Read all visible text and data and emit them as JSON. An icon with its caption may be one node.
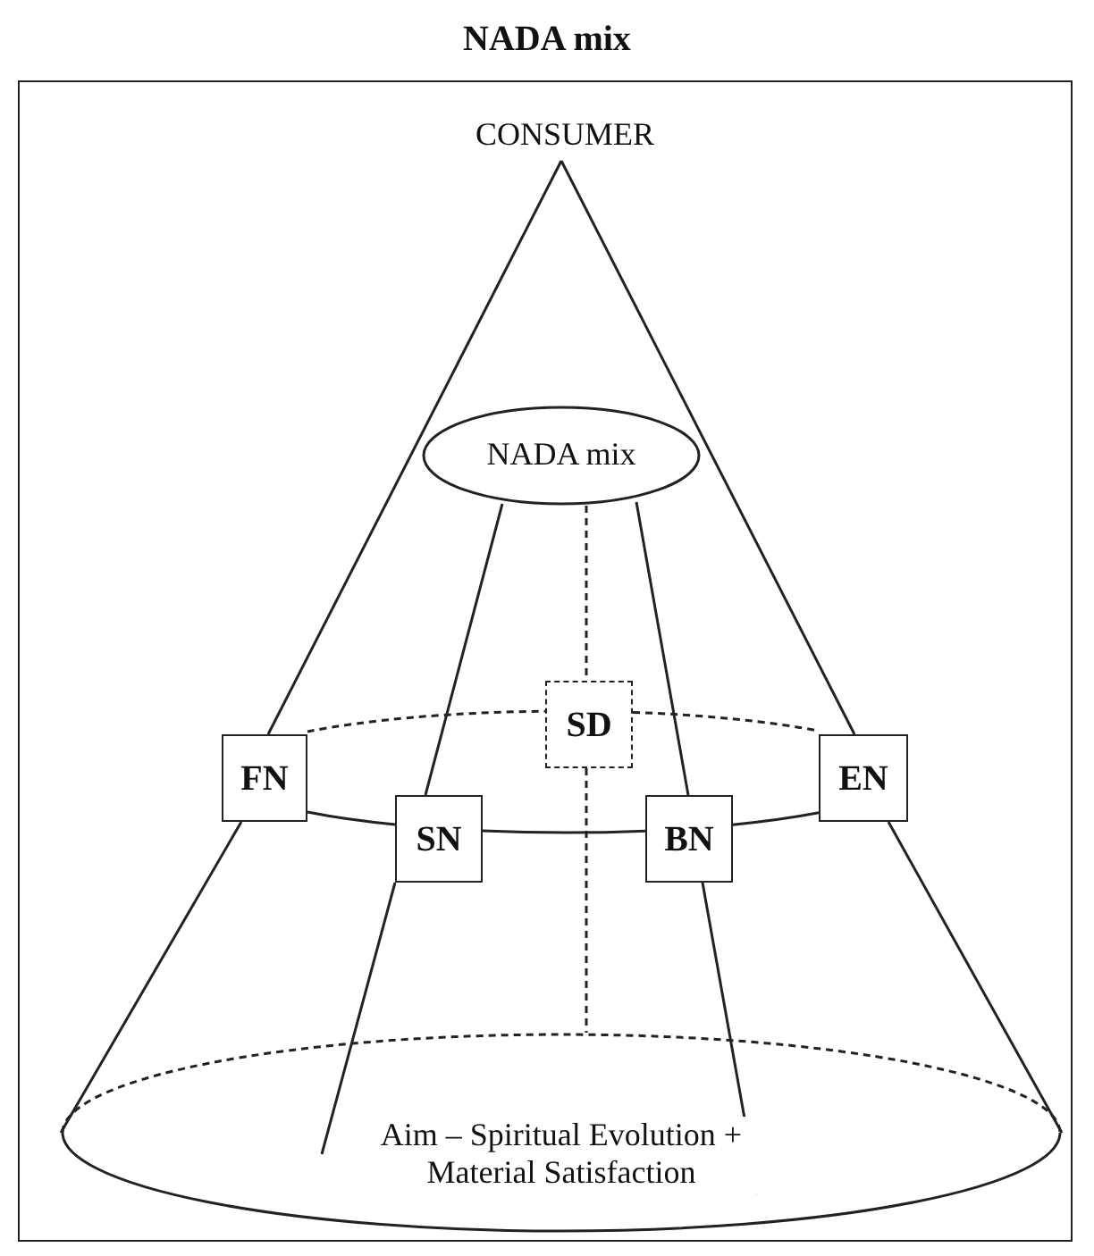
{
  "diagram": {
    "title": "NADA mix",
    "nodes": [
      {
        "text": [
          "CONSUMER"
        ]
      },
      {
        "text": [
          "NADA mix"
        ]
      },
      {
        "text": [
          "FN"
        ]
      },
      {
        "text": [
          "SD"
        ]
      },
      {
        "text": [
          "SN"
        ]
      },
      {
        "text": [
          "BN"
        ]
      },
      {
        "text": [
          "EN"
        ]
      },
      {
        "text": [
          "Aim – Spiritual Evolution + Material Satisfaction"
        ]
      }
    ],
    "edges": [
      {
        "from": 0,
        "to": 2,
        "arrow": "none"
      },
      {
        "from": 0,
        "to": 6,
        "arrow": "none"
      },
      {
        "from": 2,
        "to": 7,
        "arrow": "none"
      },
      {
        "from": 6,
        "to": 7,
        "arrow": "none"
      },
      {
        "from": 1,
        "to": 4,
        "arrow": "none"
      },
      {
        "from": 1,
        "to": 5,
        "arrow": "none"
      },
      {
        "from": 4,
        "to": 7,
        "arrow": "none"
      },
      {
        "from": 5,
        "to": 7,
        "arrow": "none"
      },
      {
        "from": 1,
        "to": 3,
        "arrow": "none",
        "style": "dashed"
      },
      {
        "from": 3,
        "to": 7,
        "arrow": "none",
        "style": "dashed"
      },
      {
        "from": 2,
        "to": 4,
        "arrow": "none"
      },
      {
        "from": 4,
        "to": 5,
        "arrow": "none"
      },
      {
        "from": 5,
        "to": 6,
        "arrow": "none"
      },
      {
        "from": 2,
        "to": 3,
        "arrow": "none",
        "style": "dashed"
      },
      {
        "from": 3,
        "to": 6,
        "arrow": "none",
        "style": "dashed"
      }
    ]
  }
}
